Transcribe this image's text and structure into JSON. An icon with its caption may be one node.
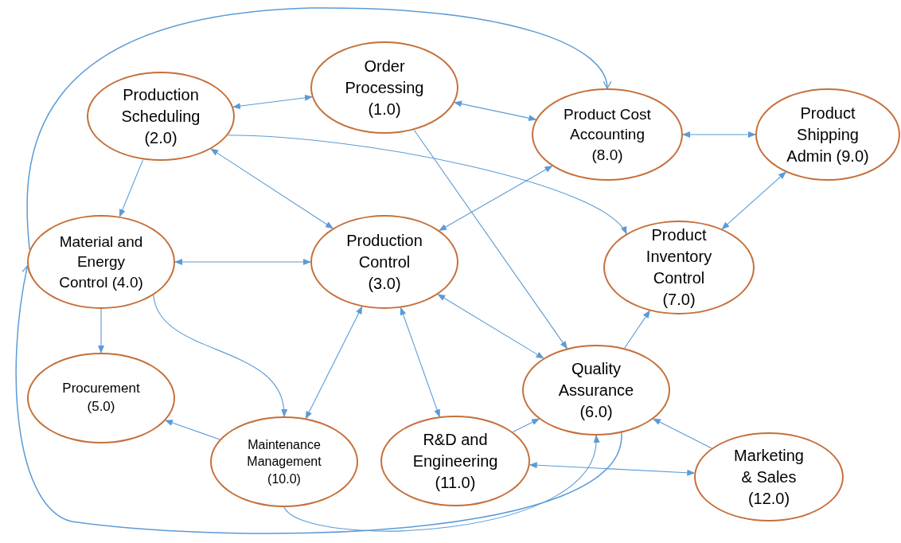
{
  "diagram": {
    "nodes": [
      {
        "text": [
          "Order Processing (1.0)"
        ]
      },
      {
        "text": [
          "Production Scheduling (2.0)"
        ]
      },
      {
        "text": [
          "Product Cost Accounting (8.0)"
        ]
      },
      {
        "text": [
          "Product Shipping Admin (9.0)"
        ]
      },
      {
        "text": [
          "Material and Energy Control (4.0)"
        ]
      },
      {
        "text": [
          "Production Control (3.0)"
        ]
      },
      {
        "text": [
          "Product Inventory Control (7.0)"
        ]
      },
      {
        "text": [
          "Quality Assurance (6.0)"
        ]
      },
      {
        "text": [
          "Procurement (5.0)"
        ]
      },
      {
        "text": [
          "Maintenance Management (10.0)"
        ]
      },
      {
        "text": [
          "R&D and Engineering (11.0)"
        ]
      },
      {
        "text": [
          "Marketing & Sales (12.0)"
        ]
      }
    ],
    "edges": [
      {
        "from": 0,
        "to": 1,
        "arrow": "both"
      },
      {
        "from": 0,
        "to": 2,
        "arrow": "both"
      },
      {
        "from": 0,
        "to": 7,
        "arrow": "to"
      },
      {
        "from": 4,
        "to": 2,
        "arrow": "to"
      },
      {
        "from": 2,
        "to": 3,
        "arrow": "both"
      },
      {
        "from": 1,
        "to": 4,
        "arrow": "to"
      },
      {
        "from": 1,
        "to": 5,
        "arrow": "both"
      },
      {
        "from": 1,
        "to": 6,
        "arrow": "to"
      },
      {
        "from": 2,
        "to": 5,
        "arrow": "both"
      },
      {
        "from": 3,
        "to": 6,
        "arrow": "both"
      },
      {
        "from": 4,
        "to": 5,
        "arrow": "both"
      },
      {
        "from": 4,
        "to": 8,
        "arrow": "to"
      },
      {
        "from": 4,
        "to": 9,
        "arrow": "to"
      },
      {
        "from": 5,
        "to": 9,
        "arrow": "both"
      },
      {
        "from": 5,
        "to": 10,
        "arrow": "both"
      },
      {
        "from": 5,
        "to": 7,
        "arrow": "both"
      },
      {
        "from": 7,
        "to": 6,
        "arrow": "to"
      },
      {
        "from": 11,
        "to": 7,
        "arrow": "to"
      },
      {
        "from": 10,
        "to": 7,
        "arrow": "to"
      },
      {
        "from": 10,
        "to": 11,
        "arrow": "both"
      },
      {
        "from": 9,
        "to": 8,
        "arrow": "to"
      },
      {
        "from": 9,
        "to": 7,
        "arrow": "to"
      },
      {
        "from": 7,
        "to": 4,
        "arrow": "to"
      }
    ]
  }
}
